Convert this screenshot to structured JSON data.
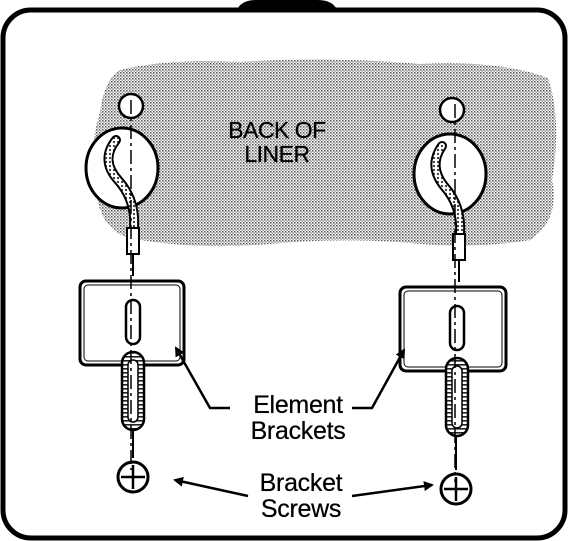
{
  "figure": {
    "region_label": "BACK OF\nLINER",
    "callouts": {
      "element_brackets": "Element\nBrackets",
      "bracket_screws": "Bracket\nScrews"
    },
    "icons": [
      "element-bracket",
      "bracket-screw",
      "terminal-post",
      "element-wire",
      "arrow"
    ]
  }
}
